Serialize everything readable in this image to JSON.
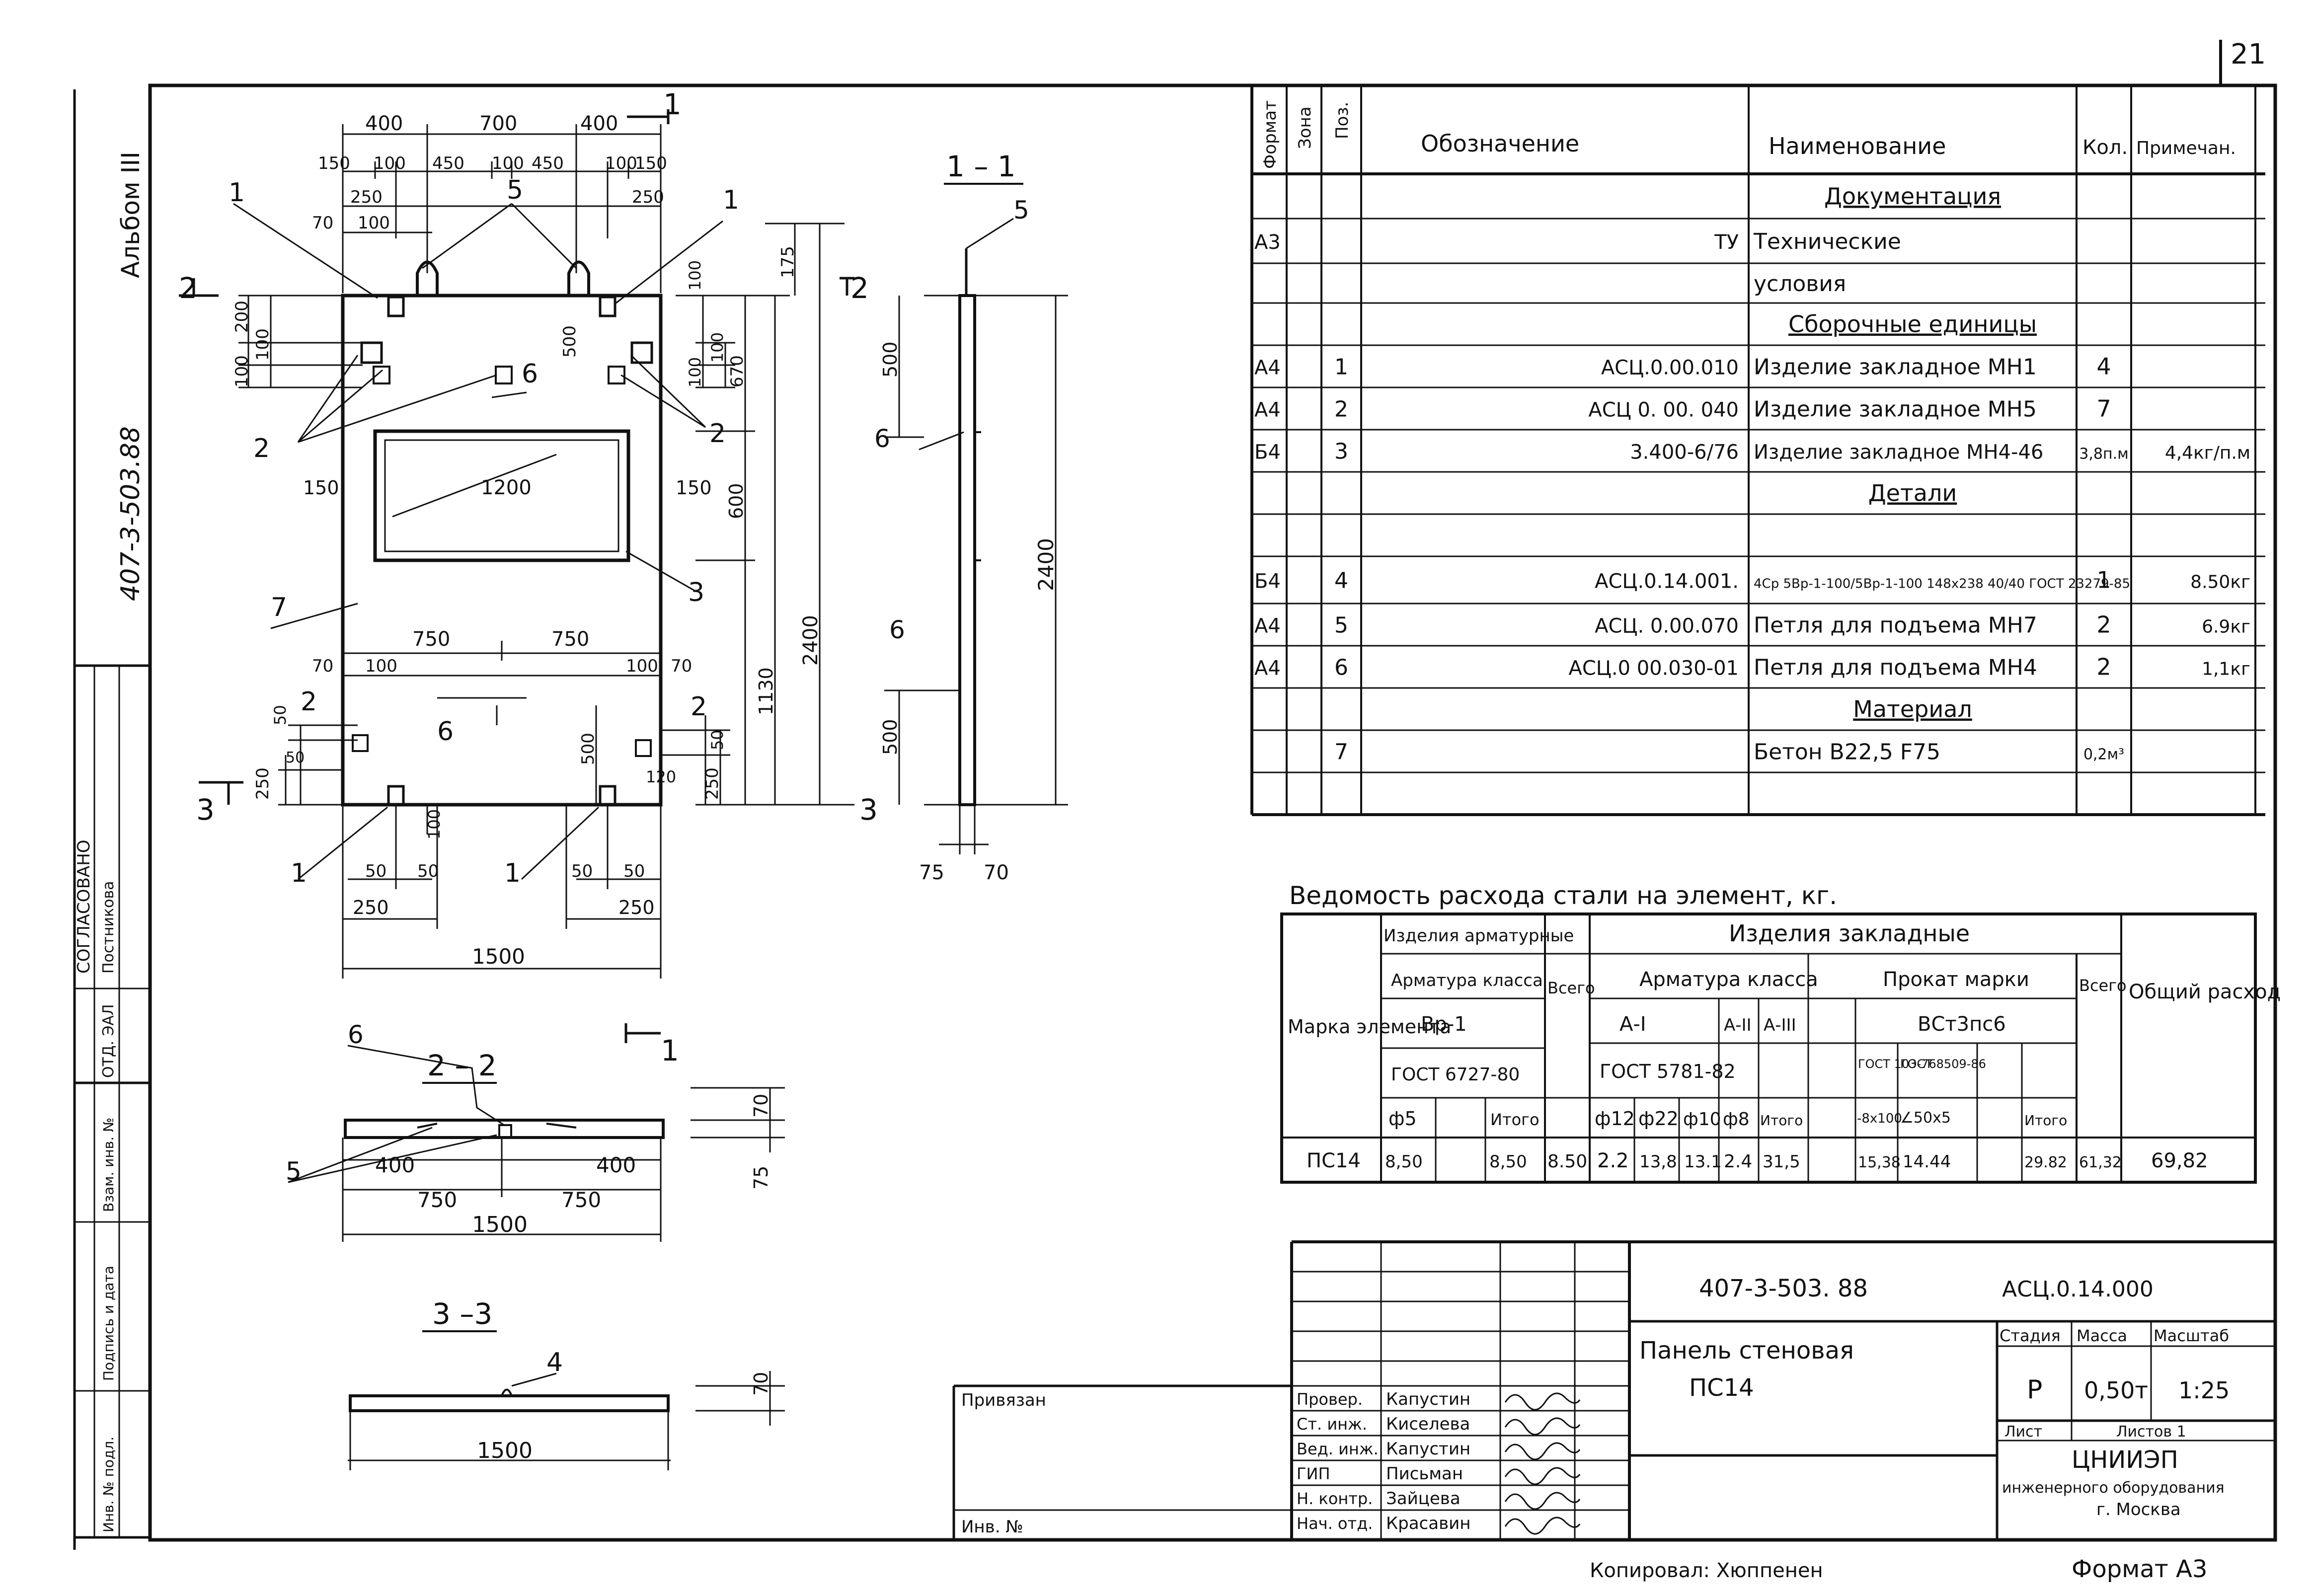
{
  "page_number": "21",
  "album": {
    "code": "407-3-503.88",
    "name": "Альбом III"
  },
  "left_stamp": {
    "agreed": "СОГЛАСОВАНО",
    "dept": "ОТД. ЭАЛ",
    "person": "Постникова",
    "inv_podl": "Инв. № подл.",
    "sign_date": "Подпись и дата",
    "vzam": "Взам. инв. №"
  },
  "drawing": {
    "front_dims": {
      "top_a": "400",
      "top_b": "700",
      "top_c": "400",
      "r2_a": "150",
      "r2_b": "100",
      "r2_c": "450",
      "r2_d": "100",
      "r2_e": "450",
      "r2_f": "100",
      "r2_g": "150",
      "r3_a": "250",
      "r3_b": "250",
      "r4_a": "70",
      "r4_b": "100",
      "left_a": "200",
      "left_b": "100",
      "left_c": "100",
      "right_a": "100",
      "right_b": "500",
      "right_c": "100",
      "right_d": "100",
      "right_e": "670",
      "right_f": "175",
      "mid_600": "600",
      "mid_1130": "1130",
      "mid_2400": "2400",
      "win_w": "1200",
      "win_l": "150",
      "win_r": "150",
      "mid_750a": "750",
      "mid_750b": "750",
      "low_70a": "70",
      "low_100a": "100",
      "low_100b": "100",
      "low_70b": "70",
      "low_500": "500",
      "low_50a": "50",
      "low_50b": "50",
      "low_250a": "250",
      "low_250b": "250",
      "low_120": "120",
      "bot_100": "100",
      "bot_50a": "50",
      "bot_50b": "50",
      "bot_50c": "50",
      "bot_50d": "50",
      "bot_250a": "250",
      "bot_250b": "250",
      "bot_1500": "1500"
    },
    "callouts": {
      "c1": "1",
      "c2": "2",
      "c3": "3",
      "c4": "4",
      "c5": "5",
      "c6": "6",
      "c7": "7"
    },
    "section_marks": {
      "s1": "1",
      "s2": "2",
      "s3": "3"
    },
    "section_11": {
      "title": "1 – 1",
      "d500a": "500",
      "d500b": "500",
      "d2400": "2400",
      "d75": "75",
      "d70": "70",
      "c5": "5",
      "c6a": "6",
      "c6b": "6"
    },
    "section_22": {
      "title": "2 – 2",
      "d400a": "400",
      "d400b": "400",
      "d750a": "750",
      "d750b": "750",
      "d1500": "1500",
      "d70": "70",
      "d75": "75",
      "c5": "5",
      "c6": "6"
    },
    "section_33": {
      "title": "3 –3",
      "d1500": "1500",
      "d70": "70",
      "c4": "4"
    }
  },
  "spec_table": {
    "headers": [
      "Формат",
      "Зона",
      "Поз.",
      "Обозначение",
      "Наименование",
      "Кол.",
      "Примечан."
    ],
    "rows": [
      {
        "fmt": "",
        "zone": "",
        "pos": "",
        "code": "",
        "name": "Документация",
        "qty": "",
        "note": "",
        "section": true
      },
      {
        "fmt": "А3",
        "zone": "",
        "pos": "",
        "code": "ТУ",
        "name": "Технические",
        "qty": "",
        "note": ""
      },
      {
        "fmt": "",
        "zone": "",
        "pos": "",
        "code": "",
        "name": "условия",
        "qty": "",
        "note": ""
      },
      {
        "fmt": "",
        "zone": "",
        "pos": "",
        "code": "",
        "name": "Сборочные единицы",
        "qty": "",
        "note": "",
        "section": true
      },
      {
        "fmt": "А4",
        "zone": "",
        "pos": "1",
        "code": "АСЦ.0.00.010",
        "name": "Изделие закладное МН1",
        "qty": "4",
        "note": ""
      },
      {
        "fmt": "А4",
        "zone": "",
        "pos": "2",
        "code": "АСЦ 0. 00. 040",
        "name": "Изделие закладное МН5",
        "qty": "7",
        "note": ""
      },
      {
        "fmt": "Б4",
        "zone": "",
        "pos": "3",
        "code": "3.400-6/76",
        "name": "Изделие закладное МН4-46",
        "qty": "3,8п.м",
        "note": "4,4кг/п.м"
      },
      {
        "fmt": "",
        "zone": "",
        "pos": "",
        "code": "",
        "name": "Детали",
        "qty": "",
        "note": "",
        "section": true
      },
      {
        "fmt": "",
        "zone": "",
        "pos": "",
        "code": "",
        "name": "",
        "qty": "",
        "note": ""
      },
      {
        "fmt": "Б4",
        "zone": "",
        "pos": "4",
        "code": "АСЦ.0.14.001.",
        "name": "4Ср 5Вр-1-100/5Вр-1-100 148х238 40/40 ГОСТ 23279-85",
        "qty": "1",
        "note": "8.50кг"
      },
      {
        "fmt": "А4",
        "zone": "",
        "pos": "5",
        "code": "АСЦ. 0.00.070",
        "name": "Петля для подъема МН7",
        "qty": "2",
        "note": "6.9кг"
      },
      {
        "fmt": "А4",
        "zone": "",
        "pos": "6",
        "code": "АСЦ.0 00.030-01",
        "name": "Петля для подъема МН4",
        "qty": "2",
        "note": "1,1кг"
      },
      {
        "fmt": "",
        "zone": "",
        "pos": "",
        "code": "",
        "name": "Материал",
        "qty": "",
        "note": "",
        "section": true
      },
      {
        "fmt": "",
        "zone": "",
        "pos": "7",
        "code": "",
        "name": "Бетон В22,5 F75",
        "qty": "0,2м³",
        "note": ""
      },
      {
        "fmt": "",
        "zone": "",
        "pos": "",
        "code": "",
        "name": "",
        "qty": "",
        "note": ""
      }
    ]
  },
  "steel": {
    "title": "Ведомость расхода стали на элемент, кг.",
    "h_mark": "Марка элемента",
    "h_arm_items": "Изделия арматурные",
    "h_emb_items": "Изделия закладные",
    "h_arm_class": "Арматура класса",
    "h_arm_class2": "Арматура класса",
    "h_prokat": "Прокат марки",
    "h_vsego1": "Всего",
    "h_vsego2": "Всего",
    "h_total": "Общий расход",
    "h_vr1": "Вр-1",
    "h_gost1": "ГОСТ 6727-80",
    "h_a1": "А-I",
    "h_a2": "А-II",
    "h_a3": "А-III",
    "h_gost2": "ГОСТ 5781-82",
    "h_vst": "ВСт3пс6",
    "h_gost3": "ГОСТ 103-76",
    "h_gost4": "ГОСТ 8509-86",
    "h_d5": "ф5",
    "h_itogo1": "Итого",
    "h_d12": "ф12",
    "h_d22": "ф22",
    "h_d10": "ф10",
    "h_d8": "ф8",
    "h_itogo2": "Итого",
    "h_8x100": "-8х100",
    "h_l50": "∠50х5",
    "h_itogo3": "Итого",
    "row": {
      "mark": "ПС14",
      "d5": "8,50",
      "itogo1": "8,50",
      "vsego1": "8.50",
      "d12": "2.2",
      "d22": "13,8",
      "d10": "13.1",
      "d8": "2.4",
      "itogo2": "31,5",
      "p1": "15,38",
      "p2": "14.44",
      "itogo3": "29.82",
      "vsego2": "61,32",
      "total": "69,82"
    }
  },
  "title_block": {
    "project": "407-3-503. 88",
    "doc_code": "АСЦ.0.14.000",
    "name1": "Панель стеновая",
    "name2": "ПС14",
    "stage_label": "Стадия",
    "mass_label": "Масса",
    "scale_label": "Масштаб",
    "stage": "Р",
    "mass": "0,50т",
    "scale": "1:25",
    "sheet_label": "Лист",
    "sheets_label": "Листов 1",
    "org1": "ЦНИИЭП",
    "org2": "инженерного оборудования",
    "org3": "г. Москва",
    "privyazan": "Привязан",
    "inv": "Инв. №",
    "roles": [
      {
        "role": "Провер.",
        "name": "Капустин"
      },
      {
        "role": "Ст. инж.",
        "name": "Киселева"
      },
      {
        "role": "Вед. инж.",
        "name": "Капустин"
      },
      {
        "role": "ГИП",
        "name": "Письман"
      },
      {
        "role": "Н. контр.",
        "name": "Зайцева"
      },
      {
        "role": "Нач. отд.",
        "name": "Красавин"
      }
    ]
  },
  "footer": {
    "copied": "Копировал: Хюппенен",
    "format": "Формат А3"
  }
}
